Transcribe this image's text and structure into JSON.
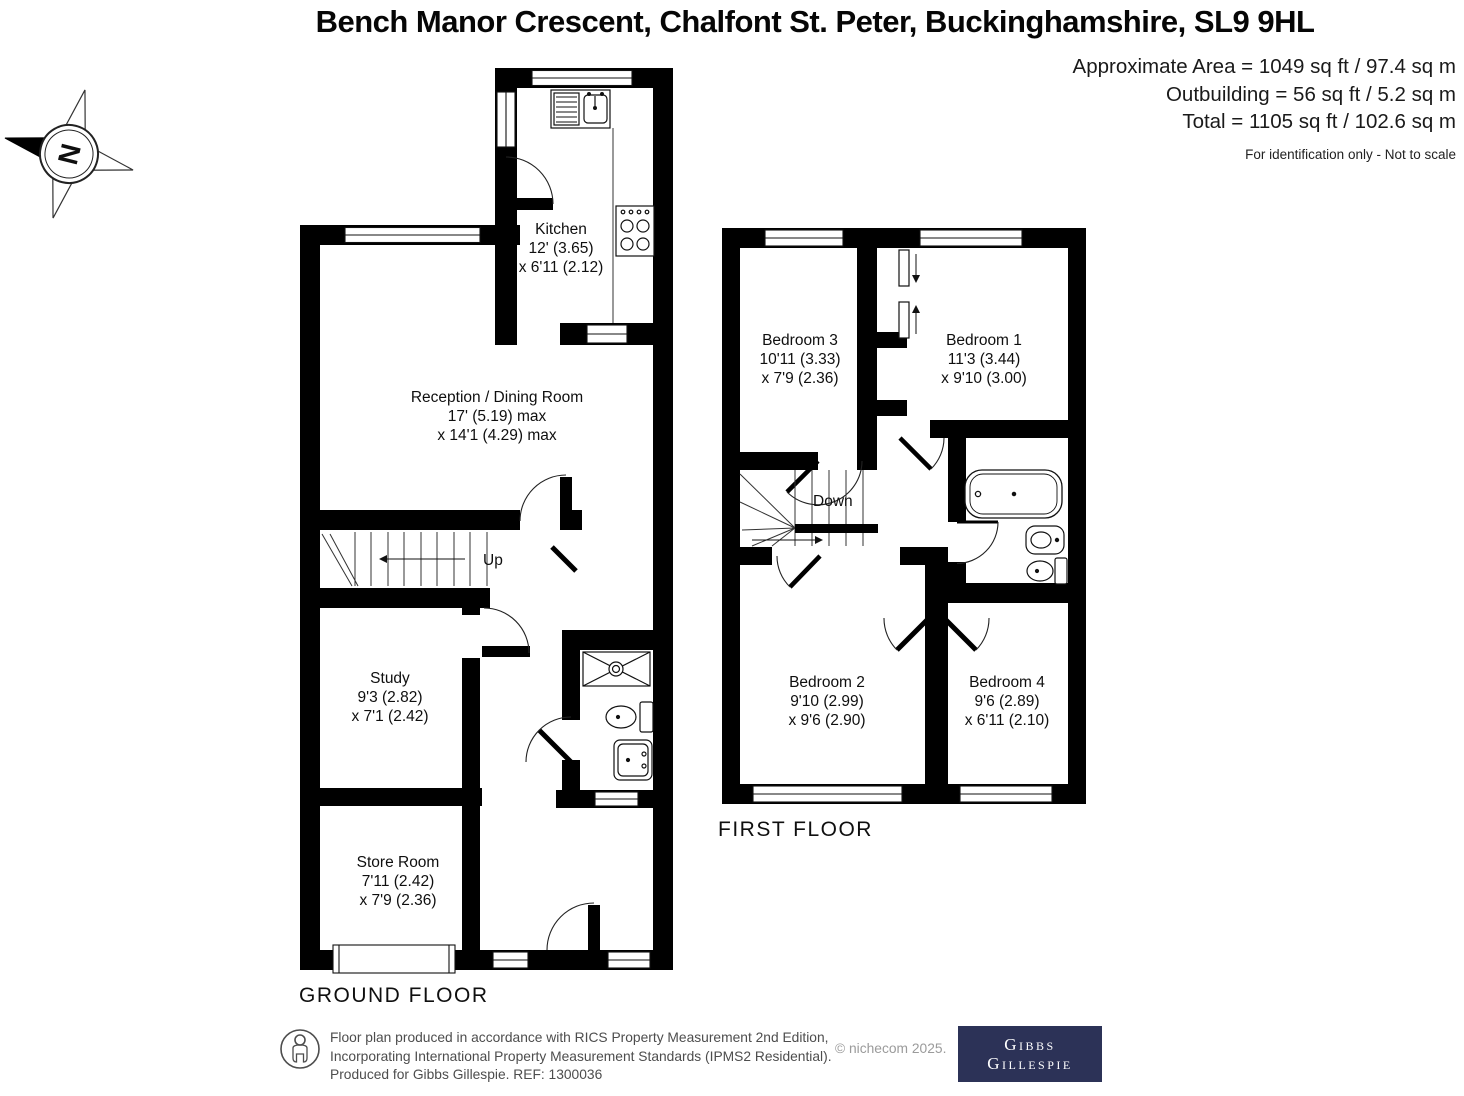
{
  "header": {
    "title": "Bench Manor Crescent, Chalfont St. Peter, Buckinghamshire, SL9 9HL",
    "approx_area": "Approximate Area = 1049 sq ft / 97.4 sq m",
    "outbuilding": "Outbuilding = 56 sq ft / 5.2 sq m",
    "total": "Total = 1105 sq ft / 102.6 sq m",
    "disclaimer": "For identification only - Not to scale",
    "compass_n": "N"
  },
  "ground_floor": {
    "label": "GROUND FLOOR",
    "stairs_label": "Up",
    "rooms": [
      {
        "name": "Kitchen",
        "dim1": "12' (3.65)",
        "dim2": "x 6'11 (2.12)"
      },
      {
        "name": "Reception / Dining Room",
        "dim1": "17' (5.19) max",
        "dim2": "x 14'1 (4.29) max"
      },
      {
        "name": "Study",
        "dim1": "9'3 (2.82)",
        "dim2": "x 7'1 (2.42)"
      },
      {
        "name": "Store Room",
        "dim1": "7'11 (2.42)",
        "dim2": "x 7'9 (2.36)"
      }
    ]
  },
  "first_floor": {
    "label": "FIRST FLOOR",
    "stairs_label": "Down",
    "rooms": [
      {
        "name": "Bedroom 3",
        "dim1": "10'11 (3.33)",
        "dim2": "x 7'9 (2.36)"
      },
      {
        "name": "Bedroom 1",
        "dim1": "11'3 (3.44)",
        "dim2": "x 9'10 (3.00)"
      },
      {
        "name": "Bedroom 2",
        "dim1": "9'10 (2.99)",
        "dim2": "x 9'6 (2.90)"
      },
      {
        "name": "Bedroom 4",
        "dim1": "9'6 (2.89)",
        "dim2": "x 6'11 (2.10)"
      }
    ]
  },
  "footer": {
    "line1": "Floor plan produced in accordance with RICS Property Measurement 2nd Edition,",
    "line2": "Incorporating International Property Measurement Standards (IPMS2 Residential).",
    "line3": "Produced for Gibbs Gillespie.   REF: 1300036",
    "copyright": "© nichecom 2025.",
    "logo_line1": "Gibbs",
    "logo_line2": "Gillespie"
  },
  "colors": {
    "wall": "#000000",
    "text": "#0f0f0f",
    "footer_text": "#4d4d4d",
    "copyright_text": "#9b9b9b",
    "logo_bg": "#2c3257"
  }
}
